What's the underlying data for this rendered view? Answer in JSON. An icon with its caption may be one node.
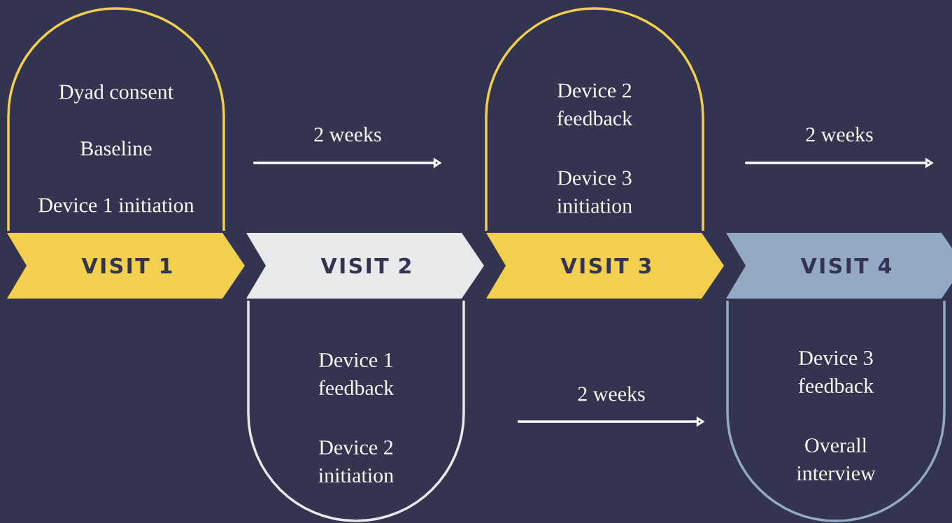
{
  "diagram": {
    "nodes": [
      {
        "text": [
          "Dyad consent",
          "Baseline",
          "Device 1 initiation"
        ]
      },
      {
        "text": [
          "VISIT 1"
        ]
      },
      {
        "text": [
          "VISIT 2"
        ]
      },
      {
        "text": [
          "Device 1 feedback",
          "Device 2 initiation"
        ]
      },
      {
        "text": [
          "Device 2 feedback",
          "Device 3 initiation"
        ]
      },
      {
        "text": [
          "VISIT 3"
        ]
      },
      {
        "text": [
          "VISIT 4"
        ]
      },
      {
        "text": [
          "Device 3 feedback",
          "Overall interview"
        ]
      }
    ],
    "edges": [
      {
        "from": 0,
        "to": 4,
        "arrow": "to",
        "label": "2 weeks"
      },
      {
        "from": 3,
        "to": 7,
        "arrow": "to",
        "label": "2 weeks"
      },
      {
        "from": 4,
        "to": null,
        "arrow": "to",
        "label": "2 weeks"
      }
    ]
  }
}
